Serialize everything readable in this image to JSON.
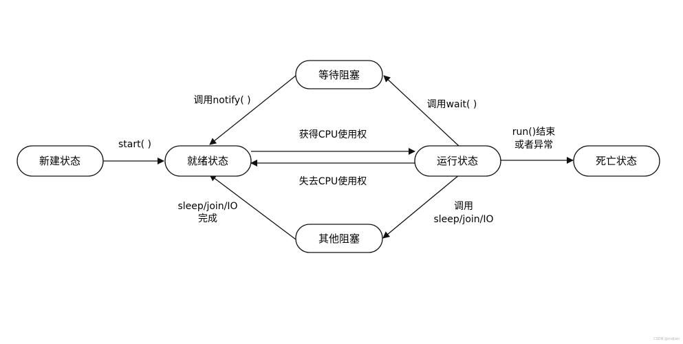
{
  "nodes": {
    "new": "新建状态",
    "ready": "就绪状态",
    "running": "运行状态",
    "dead": "死亡状态",
    "wait_blocked": "等待阻塞",
    "other_blocked": "其他阻塞"
  },
  "edges": {
    "start": "start( )",
    "get_cpu": "获得CPU使用权",
    "lose_cpu": "失去CPU使用权",
    "notify": "调用notify( )",
    "wait": "调用wait( )",
    "run_end_line1": "run()结束",
    "run_end_line2": "或者异常",
    "io_done_line1": "sleep/join/IO",
    "io_done_line2": "完成",
    "call_io_line1": "调用",
    "call_io_line2": "sleep/join/IO"
  },
  "watermark": "CSDN @mdjian",
  "colors": {
    "stroke": "#111111",
    "background": "#ffffff"
  }
}
